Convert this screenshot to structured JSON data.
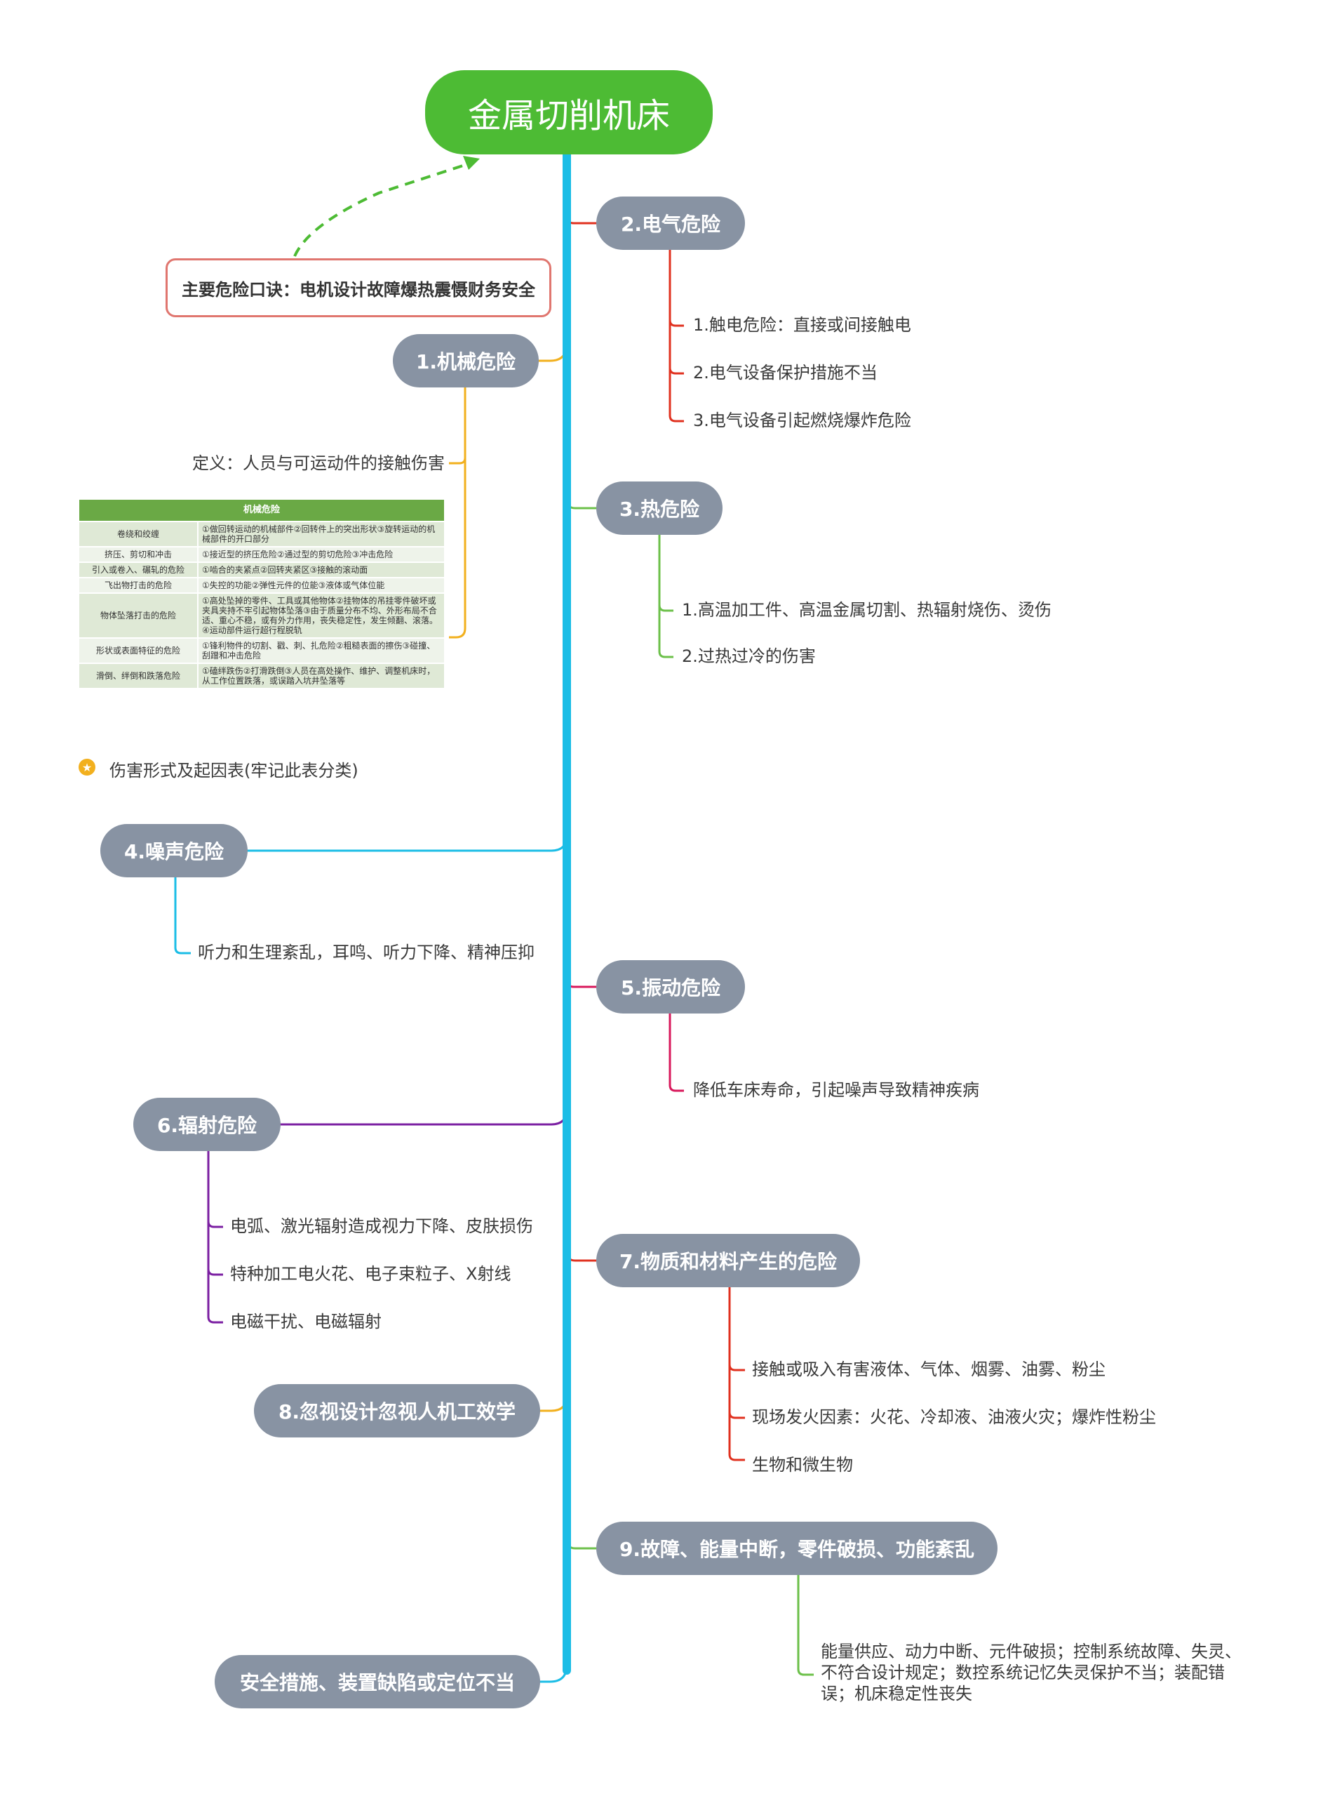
{
  "root": {
    "title": "金属切削机床"
  },
  "callout": {
    "text": "主要危险口诀：电机设计故障爆热震慑财务安全"
  },
  "branches": {
    "b1": {
      "label": "1.机械危险",
      "definition": "定义：人员与可运动件的接触伤害"
    },
    "b2": {
      "label": "2.电气危险",
      "items": [
        "1.触电危险：直接或间接触电",
        "2.电气设备保护措施不当",
        "3.电气设备引起燃烧爆炸危险"
      ]
    },
    "b3": {
      "label": "3.热危险",
      "items": [
        "1.高温加工件、高温金属切割、热辐射烧伤、烫伤",
        "2.过热过冷的伤害"
      ]
    },
    "b4": {
      "label": "4.噪声危险",
      "items": [
        "听力和生理紊乱，耳鸣、听力下降、精神压抑"
      ]
    },
    "b5": {
      "label": "5.振动危险",
      "items": [
        "降低车床寿命，引起噪声导致精神疾病"
      ]
    },
    "b6": {
      "label": "6.辐射危险",
      "items": [
        "电弧、激光辐射造成视力下降、皮肤损伤",
        "特种加工电火花、电子束粒子、X射线",
        "电磁干扰、电磁辐射"
      ]
    },
    "b7": {
      "label": "7.物质和材料产生的危险",
      "items": [
        "接触或吸入有害液体、气体、烟雾、油雾、粉尘",
        "现场发火因素：火花、冷却液、油液火灾；爆炸性粉尘",
        "生物和微生物"
      ]
    },
    "b8": {
      "label": "8.忽视设计忽视人机工效学"
    },
    "b9": {
      "label": "9.故障、能量中断，零件破损、功能紊乱",
      "items": [
        "能量供应、动力中断、元件破损；控制系统故障、失灵、不符合设计规定；数控系统记忆失灵保护不当；装配错误；机床稳定性丧失"
      ]
    },
    "b10": {
      "label": "安全措施、装置缺陷或定位不当"
    }
  },
  "table": {
    "title": "机械危险",
    "rows": [
      {
        "type": "卷绕和绞缠",
        "desc": "①做回转运动的机械部件②回转件上的突出形状③旋转运动的机械部件的开口部分"
      },
      {
        "type": "挤压、剪切和冲击",
        "desc": "①接近型的挤压危险②通过型的剪切危险③冲击危险"
      },
      {
        "type": "引入或卷入、碾轧的危险",
        "desc": "①啮合的夹紧点②回转夹紧区③接触的滚动面"
      },
      {
        "type": "飞出物打击的危险",
        "desc": "①失控的功能②弹性元件的位能③液体或气体位能"
      },
      {
        "type": "物体坠落打击的危险",
        "desc": "①高处坠掉的零件、工具或其他物体②挂物体的吊挂零件破坏或夹具夹持不牢引起物体坠落③由于质量分布不均、外形布局不合适、重心不稳，或有外力作用，丧失稳定性，发生倾翻、滚落。④运动部件运行超行程脱轨"
      },
      {
        "type": "形状或表面特征的危险",
        "desc": "①锋利物件的切割、戳、刺、扎危险②粗糙表面的擦伤③碰撞、刮蹭和冲击危险"
      },
      {
        "type": "滑倒、绊倒和跌落危险",
        "desc": "①磕绊跌伤②打滑跌倒③人员在高处操作、维护、调整机床时，从工作位置跌落，或误踏入坑井坠落等"
      }
    ],
    "caption": "伤害形式及起因表(牢记此表分类)"
  },
  "colors": {
    "trunk": "#1bbde6",
    "root": "#4dbb34",
    "branch": "#8893a3",
    "b1": "#f2b01e",
    "b2": "#e0311f",
    "b3": "#6cc04a",
    "b4": "#1bbde6",
    "b5": "#d8185b",
    "b6": "#7b1fa2",
    "b7": "#e0311f",
    "b8": "#f2b01e",
    "b9": "#6cc04a",
    "b10": "#1bbde6",
    "callout_border": "#e0766f",
    "arrow": "#4dbb34"
  }
}
